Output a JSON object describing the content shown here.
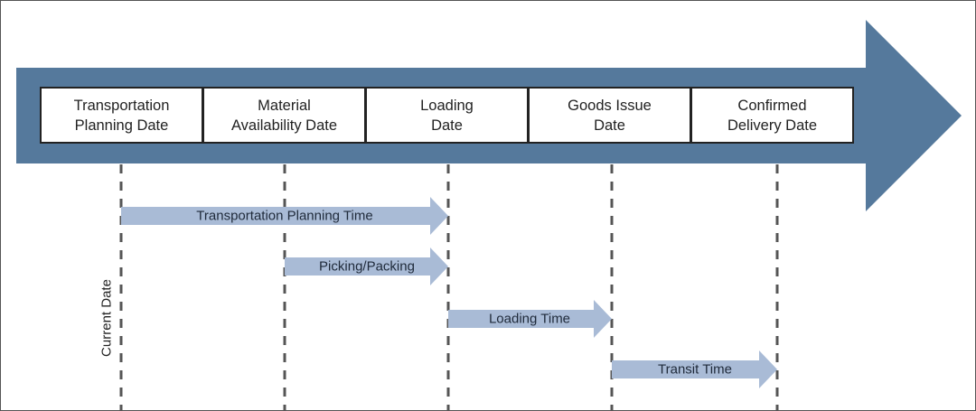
{
  "colors": {
    "timeline_arrow": "#55799c",
    "span_arrow": "#a9bbd6",
    "box_border": "#222222",
    "dashed_line": "#555555",
    "text": "#222222"
  },
  "milestones": [
    {
      "label": "Transportation\nPlanning Date"
    },
    {
      "label": "Material\nAvailability Date"
    },
    {
      "label": "Loading\nDate"
    },
    {
      "label": "Goods Issue\nDate"
    },
    {
      "label": "Confirmed\nDelivery Date"
    }
  ],
  "spans": [
    {
      "label": "Transportation Planning Time",
      "from": 0,
      "to": 2
    },
    {
      "label": "Picking/Packing",
      "from": 1,
      "to": 2
    },
    {
      "label": "Loading Time",
      "from": 2,
      "to": 3
    },
    {
      "label": "Transit Time",
      "from": 3,
      "to": 4
    }
  ],
  "current_date_label": "Current Date"
}
